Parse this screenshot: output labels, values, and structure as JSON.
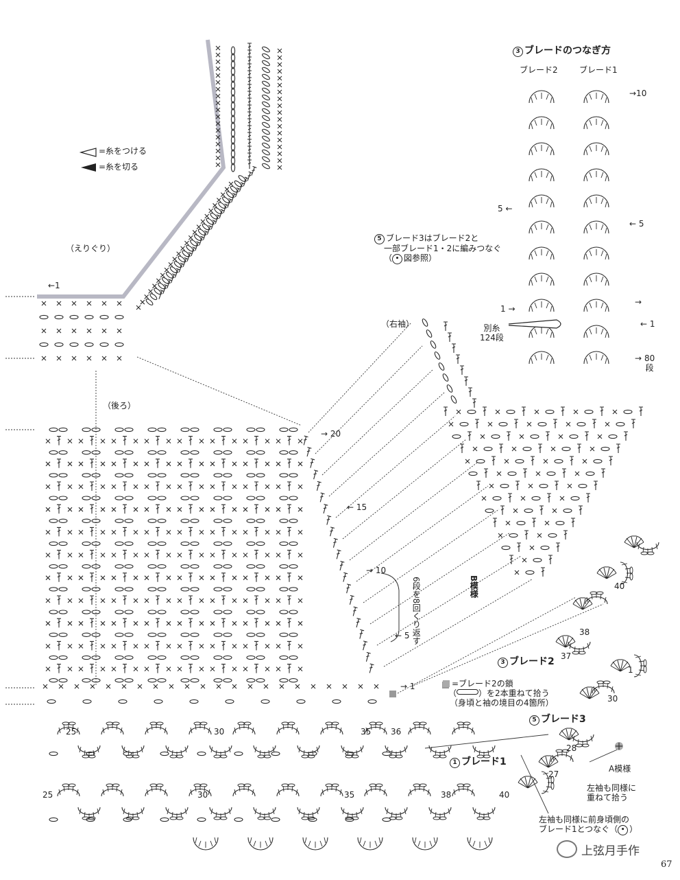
{
  "page_number": "67",
  "watermark": "上弦月手作",
  "legend": {
    "attach_label": "=糸をつける",
    "cut_label": "=糸を切る",
    "pickup_label": "=ブレード2の鎖",
    "pickup_line2": "を2本重ねて拾う",
    "pickup_line3": "（身頃と袖の境目の4箇所）"
  },
  "sections": {
    "neckband": "（えりぐり）",
    "back": "（後ろ）",
    "right_sleeve": "（右袖）",
    "pattern_b": "B模様",
    "pattern_a": "A模様"
  },
  "braid_join": {
    "title": "ブレードのつなぎ方",
    "title_mark": "3",
    "col2": "ブレード2",
    "col1": "ブレード1",
    "note_mark": "5",
    "note_line1": "ブレード3はブレード2と",
    "note_line2": "一部ブレード1・2に編みつなぐ",
    "note_line3": "図参照）",
    "note_open": "（",
    "bessi": "別糸",
    "bessi_rows": "124段",
    "rows80": "80",
    "rows80_unit": "段"
  },
  "braids": {
    "b1_mark": "1",
    "b1": "ブレード1",
    "b2_mark": "3",
    "b2": "ブレード2",
    "b3_mark": "5",
    "b3": "ブレード3"
  },
  "repeat_note": "6段を8回くり返す",
  "notes": {
    "left_sleeve": "左袖も同様に",
    "left_sleeve2": "重ねて拾う",
    "left_join1": "左袖も同様に前身頃側の",
    "left_join2": "ブレード1とつなぐ（"
  },
  "row_labels": {
    "neck_1": "←1",
    "r20": "→ 20",
    "r15": "← 15",
    "r10": "→ 10",
    "r5": "← 5",
    "r1": "→ 1",
    "bj10": "→10",
    "bj5l": "5 ←",
    "bj5r": "← 5",
    "bj1l": "1 →",
    "bj1r": "← 1",
    "bj_arrow": "→",
    "bj_arrow2": "→"
  },
  "motif_numbers": [
    "25",
    "30",
    "35",
    "36",
    "25",
    "30",
    "35",
    "38",
    "40",
    "40",
    "38",
    "37",
    "1",
    "30",
    "28",
    "27"
  ],
  "colors": {
    "line": "#2a2a2a",
    "guide": "#b5b5c0",
    "grey": "#999"
  }
}
